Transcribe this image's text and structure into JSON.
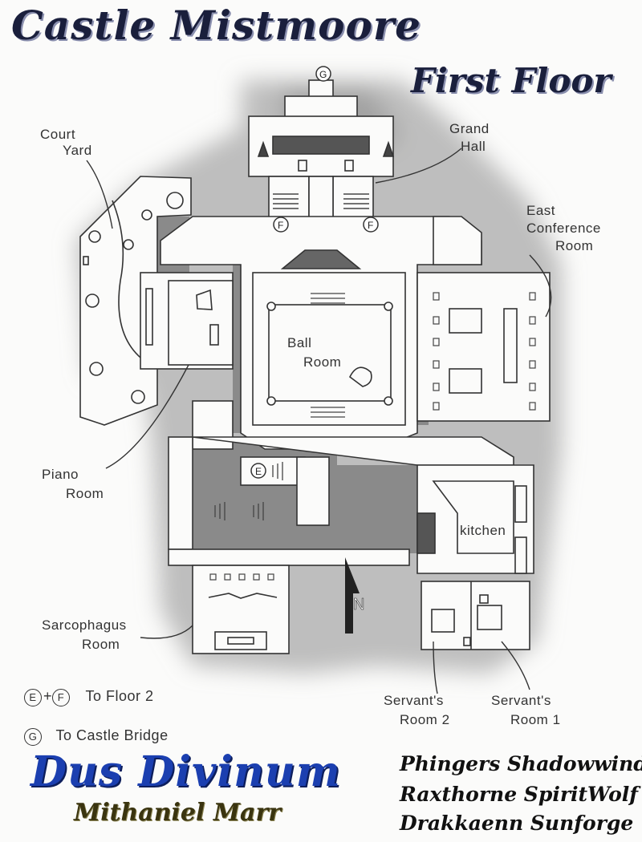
{
  "title": "Castle Mistmoore",
  "floor": "First Floor",
  "rooms": {
    "court_yard": [
      "Court",
      "Yard"
    ],
    "grand_hall": [
      "Grand",
      "Hall"
    ],
    "east_conference": [
      "East",
      "Conference",
      "Room"
    ],
    "ball_room": [
      "Ball",
      "Room"
    ],
    "piano_room": [
      "Piano",
      "Room"
    ],
    "kitchen": "kitchen",
    "sarcophagus_room": [
      "Sarcophagus",
      "Room"
    ],
    "servants_room_2": [
      "Servant's",
      "Room 2"
    ],
    "servants_room_1": [
      "Servant's",
      "Room 1"
    ]
  },
  "markers": {
    "gate": "G",
    "floor_e": "E",
    "floor_f": "F",
    "north": "N"
  },
  "legend": [
    {
      "symbols": [
        "E",
        "F"
      ],
      "joiner": "+",
      "text": "To Floor 2"
    },
    {
      "symbols": [
        "G"
      ],
      "joiner": "",
      "text": "To Castle Bridge"
    }
  ],
  "campaign": "Dus Divinum",
  "author": "Mithaniel Marr",
  "players": [
    "Phingers Shadowwind",
    "Raxthorne SpiritWolf",
    "Drakkaenn Sunforge"
  ],
  "colors": {
    "title_navy": "#1a1f3c",
    "campaign_blue": "#1b3fb0",
    "author_olive": "#3a3410",
    "shade_dark": "#6a6a6a",
    "shade_light": "#bdbdbd"
  }
}
